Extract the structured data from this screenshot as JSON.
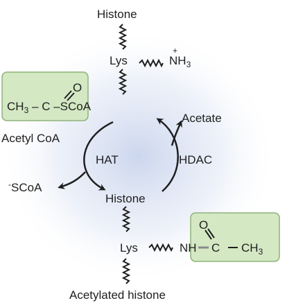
{
  "top_histone": "Histone",
  "top_lys": "Lys",
  "top_charge": "+",
  "top_nh": "NH",
  "top_nh_sub": "3",
  "acetyl_o": "O",
  "acetyl_ch3": "CH",
  "acetyl_ch3_sub": "3",
  "acetyl_dash": "–",
  "acetyl_c": "C",
  "acetyl_scoa": "SCoA",
  "acetyl_coa_caption": "Acetyl CoA",
  "acetate": "Acetate",
  "hat": "HAT",
  "hdac": "HDAC",
  "scoa_charge": "-",
  "scoa": "SCoA",
  "center_histone": "Histone",
  "bottom_lys": "Lys",
  "bottom_nh": "NH",
  "bottom_o": "O",
  "bottom_c": "C",
  "bottom_ch3": "CH",
  "bottom_ch3_sub": "3",
  "bottom_caption": "Acetylated histone",
  "colors": {
    "box_fill": "#d3e8c3",
    "box_stroke": "#8fb27a",
    "glow": "#c9d4ec",
    "ink": "#1f1f1f"
  }
}
